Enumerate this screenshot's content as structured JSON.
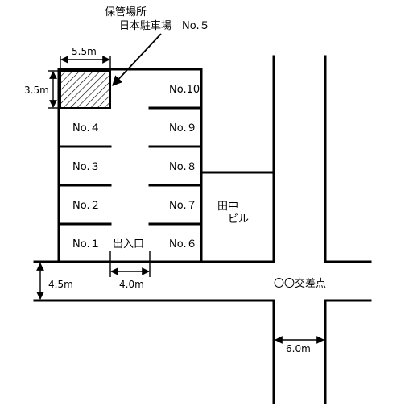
{
  "storage": {
    "line1": "保管場所",
    "line2": "日本駐車場　No.５"
  },
  "dimensions": {
    "width_55": "5.5m",
    "height_35": "3.5m",
    "road_45": "4.5m",
    "entrance_40": "4.0m",
    "road_60": "6.0m"
  },
  "spaces_left": [
    "No.４",
    "No.３",
    "No.２",
    "No.１"
  ],
  "spaces_right": [
    "No.10",
    "No.９",
    "No.８",
    "No.７",
    "No.６"
  ],
  "entrance_label": "出入口",
  "building": {
    "line1": "田中",
    "line2": "ビル"
  },
  "intersection_label": "〇〇交差点"
}
